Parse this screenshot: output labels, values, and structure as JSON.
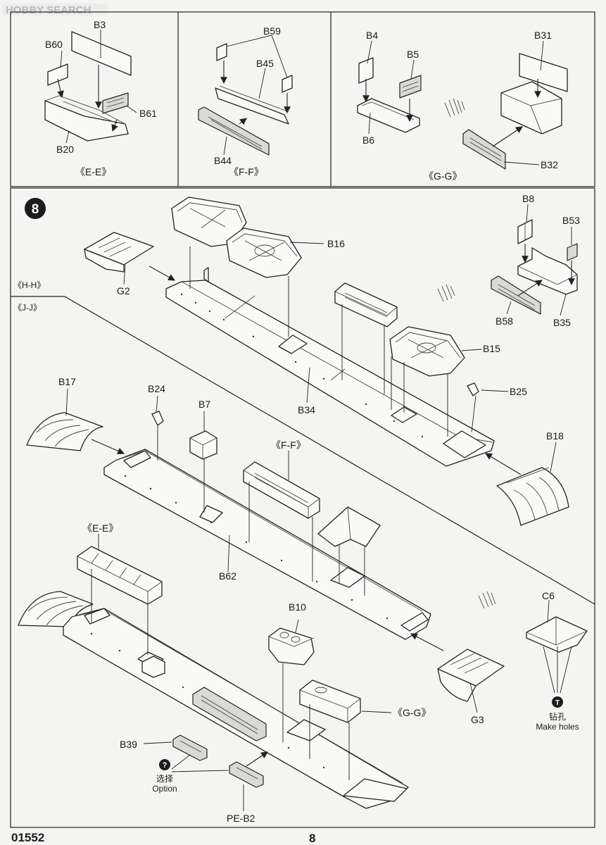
{
  "watermark": "HOBBY SEARCH",
  "kit_number": "01552",
  "page_number": "8",
  "step_number": "8",
  "views": {
    "e": "《E-E》",
    "f": "《F-F》",
    "g": "《G-G》",
    "h": "《H-H》",
    "j": "《J-J》"
  },
  "parts": {
    "B3": "B3",
    "B60": "B60",
    "B61": "B61",
    "B20": "B20",
    "B59": "B59",
    "B45": "B45",
    "B44": "B44",
    "B4": "B4",
    "B5": "B5",
    "B6": "B6",
    "B31": "B31",
    "B32": "B32",
    "B16": "B16",
    "G2": "G2",
    "B8": "B8",
    "B53": "B53",
    "B58": "B58",
    "B35": "B35",
    "B15": "B15",
    "B34": "B34",
    "B25": "B25",
    "B18": "B18",
    "B17": "B17",
    "B24": "B24",
    "B7": "B7",
    "B62": "B62",
    "B10": "B10",
    "C6": "C6",
    "G3": "G3",
    "B39": "B39",
    "PE_B2": "PE-B2"
  },
  "notes": {
    "drill_cn": "钻孔",
    "drill_en": "Make holes",
    "option_cn": "选择",
    "option_en": "Option"
  }
}
